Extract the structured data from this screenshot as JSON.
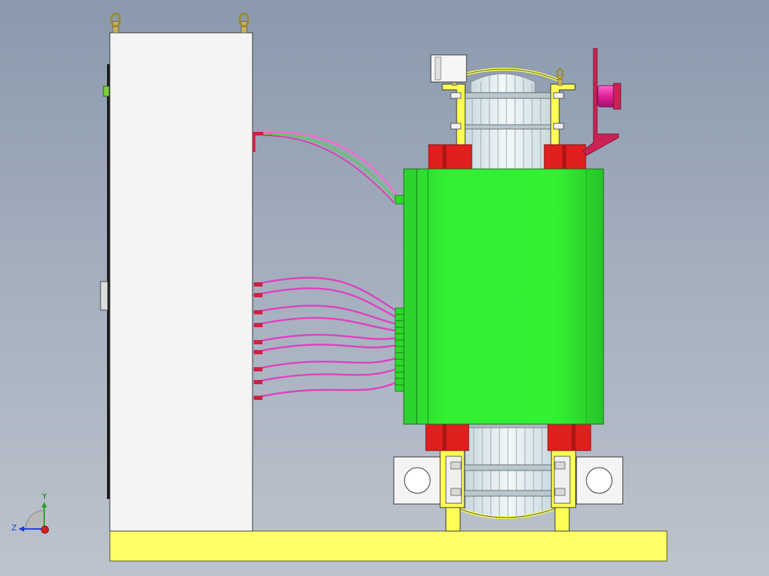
{
  "view": {
    "background_top": "#8a99ad",
    "background_bottom": "#bcc3cd"
  },
  "triad": {
    "y_label": "Y",
    "z_label": "Z"
  },
  "colors": {
    "cabinet": "#f4f4f4",
    "base": "#ffff66",
    "coil_cover": "#33ee33",
    "clamp_block": "#e01f1f",
    "cable": "#e040c0",
    "core": "#e8f2f6",
    "bracket": "#ffff55",
    "rail": "#cc2255",
    "reel": "#e0209a"
  },
  "components": [
    {
      "name": "cabinet",
      "icon": "cabinet-icon"
    },
    {
      "name": "transformer-coil",
      "icon": "coil-icon"
    },
    {
      "name": "base-frame",
      "icon": "base-icon"
    },
    {
      "name": "cables",
      "icon": "cable-icon"
    },
    {
      "name": "lifting-eyes",
      "icon": "lifting-eye-icon"
    }
  ]
}
